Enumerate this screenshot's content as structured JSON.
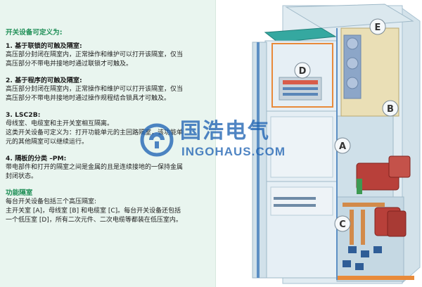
{
  "heading": "开关设备可定义为:",
  "sections": [
    {
      "title": "1. 基于联锁的可触及隔室:",
      "lines": [
        "高压部分封闭在隔室内，正常操作和维护可以打开该隔室，仅当",
        "高压部分不带电并接地时通过联锁才可触及。"
      ]
    },
    {
      "title": "2. 基于程序的可触及隔室:",
      "lines": [
        "高压部分封闭在隔室内，正常操作和维护可以打开该隔室，仅当",
        "高压部分不带电并接地时通过操作规程结合锁具才可触及。"
      ]
    },
    {
      "title": "3. LSC2B:",
      "lines": [
        "母线室、电缆室和主开关室相互隔离。",
        "这类开关设备可定义为：打开功能单元的主回路隔室，该功能单",
        "元的其他隔室可以继续运行。"
      ]
    },
    {
      "title": "4. 隔板的分类 –PM:",
      "lines": [
        "带电部件和打开的隔室之间是金属的且是连续接地的一保持金属",
        "封闭状态。"
      ]
    }
  ],
  "functional": {
    "title": "功能隔室",
    "lines": [
      "每台开关设备包括三个高压隔室:",
      "主开关室 [A]，母线室 [B] 和电缆室 [C]。每台开关设备还包括",
      "一个低压室 [D]，所有二次元件、二次电缆等都装在低压室内。"
    ]
  },
  "diagram": {
    "labels": {
      "A": "A",
      "B": "B",
      "C": "C",
      "D": "D",
      "E": "E"
    }
  },
  "watermark": {
    "cn": "国浩电气",
    "en": "INGOHAUS.COM"
  },
  "colors": {
    "panel_bg": "#e9f5ef",
    "heading_green": "#1f8f57",
    "cabinet_blue": "#c9dde7",
    "teal_roof": "#35a8a0",
    "orange_frame": "#e88a3a",
    "red_part": "#b8403a",
    "watermark_blue": "#1f63b3"
  }
}
